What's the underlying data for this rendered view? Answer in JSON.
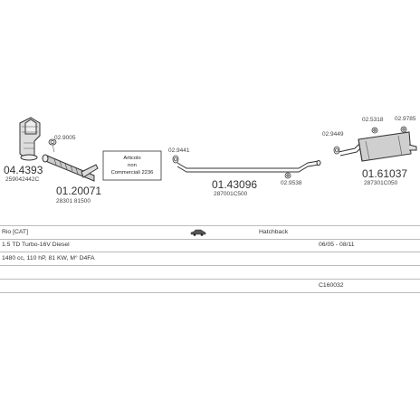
{
  "parts": [
    {
      "code": "04.4393",
      "ref": "259042442C"
    },
    {
      "code": "02.9005",
      "ref": ""
    },
    {
      "code": "01.20071",
      "ref": "28301 81500"
    },
    {
      "code": "02.9441",
      "ref": ""
    },
    {
      "code": "01.43096",
      "ref": "287001C500"
    },
    {
      "code": "02.9538",
      "ref": ""
    },
    {
      "code": "02.9449",
      "ref": ""
    },
    {
      "code": "02.5318",
      "ref": ""
    },
    {
      "code": "02.9785",
      "ref": ""
    },
    {
      "code": "01.61037",
      "ref": "287301C050"
    }
  ],
  "note": {
    "line1": "Articolo",
    "line2": "non",
    "line3": "Commerciali 2236"
  },
  "table": {
    "model": "Rio [CAT]",
    "body": "Hatchback",
    "engine": "1.5 TD Turbo-16V Diesel",
    "years": "06/05 - 08/11",
    "spec": "1480 cc, 110 hP, 81 KW, M° D4FA",
    "order_code": "C160032"
  },
  "icons": {
    "vehicle": "car-icon"
  }
}
